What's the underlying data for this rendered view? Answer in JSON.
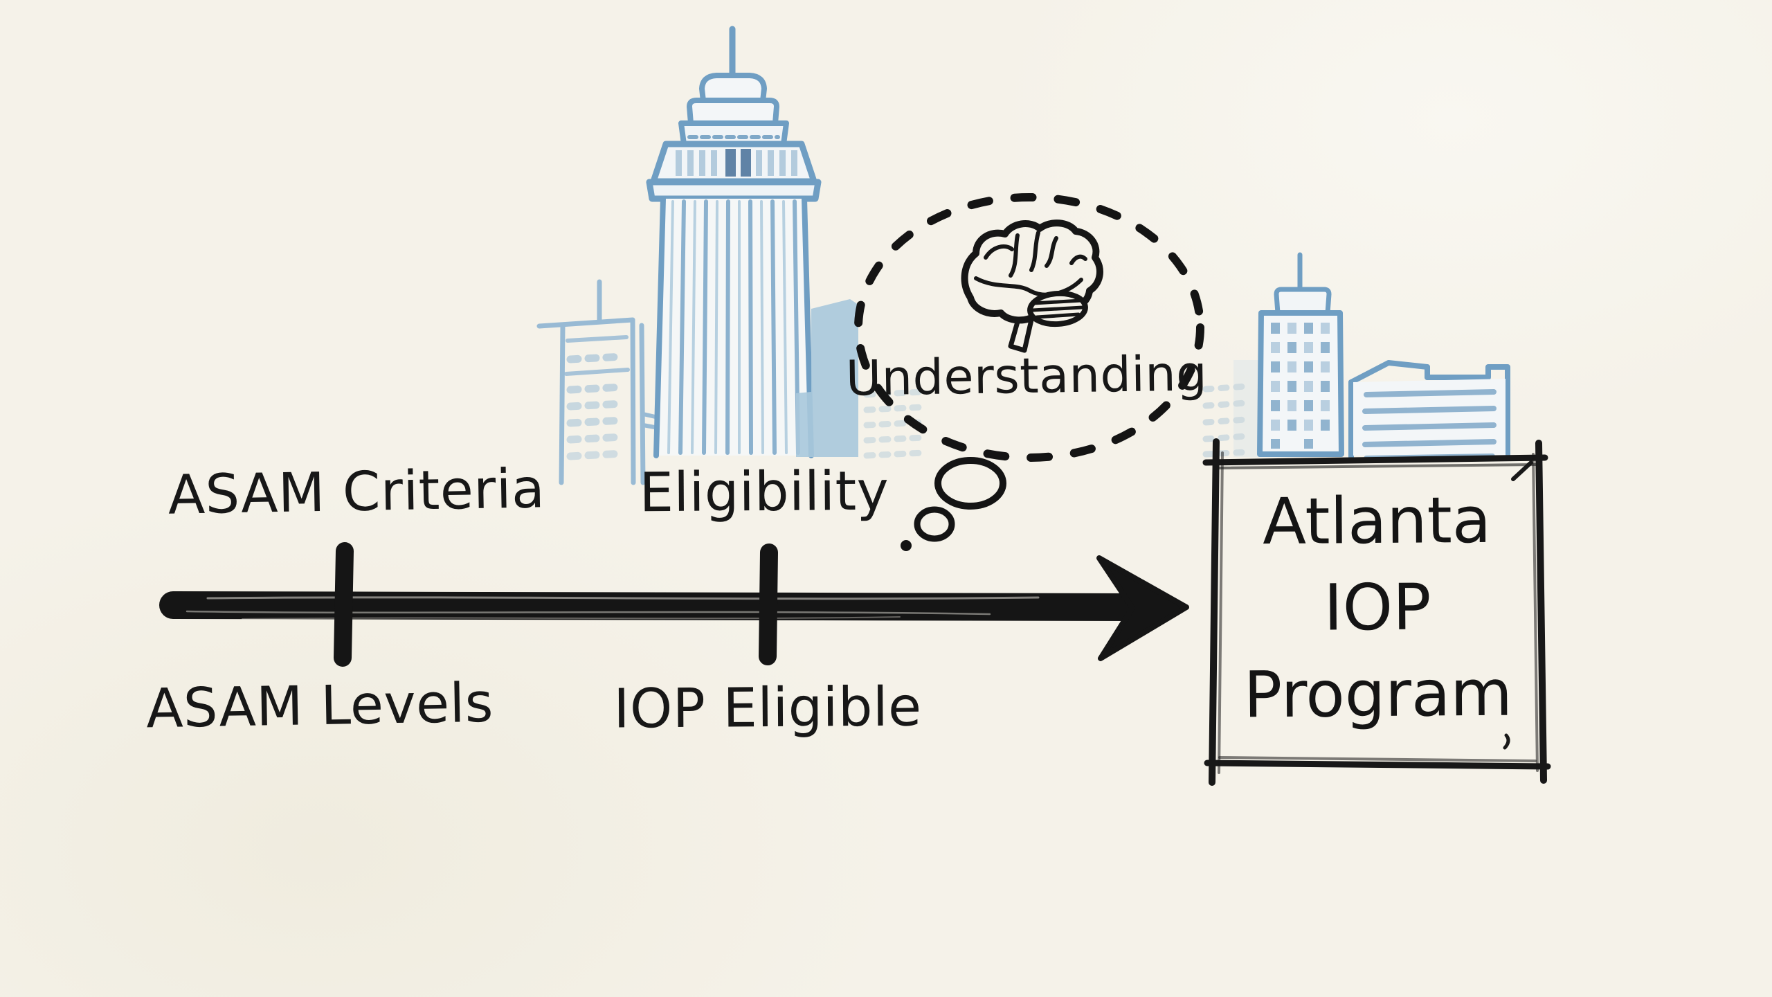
{
  "canvas": {
    "background_color": "#f5f2e9",
    "ink_color": "#171717",
    "sketch_blue": "#6f9ec3"
  },
  "timeline": {
    "labels_above": [
      "ASAM Criteria",
      "Eligibility"
    ],
    "labels_below": [
      "ASAM Levels",
      "IOP Eligible"
    ],
    "milestone_count": 2,
    "arrow_color": "#151515"
  },
  "thought_bubble": {
    "label": "Understanding",
    "icon": "brain-icon"
  },
  "destination_box": {
    "lines": [
      "Atlanta",
      "IOP",
      "Program"
    ]
  }
}
